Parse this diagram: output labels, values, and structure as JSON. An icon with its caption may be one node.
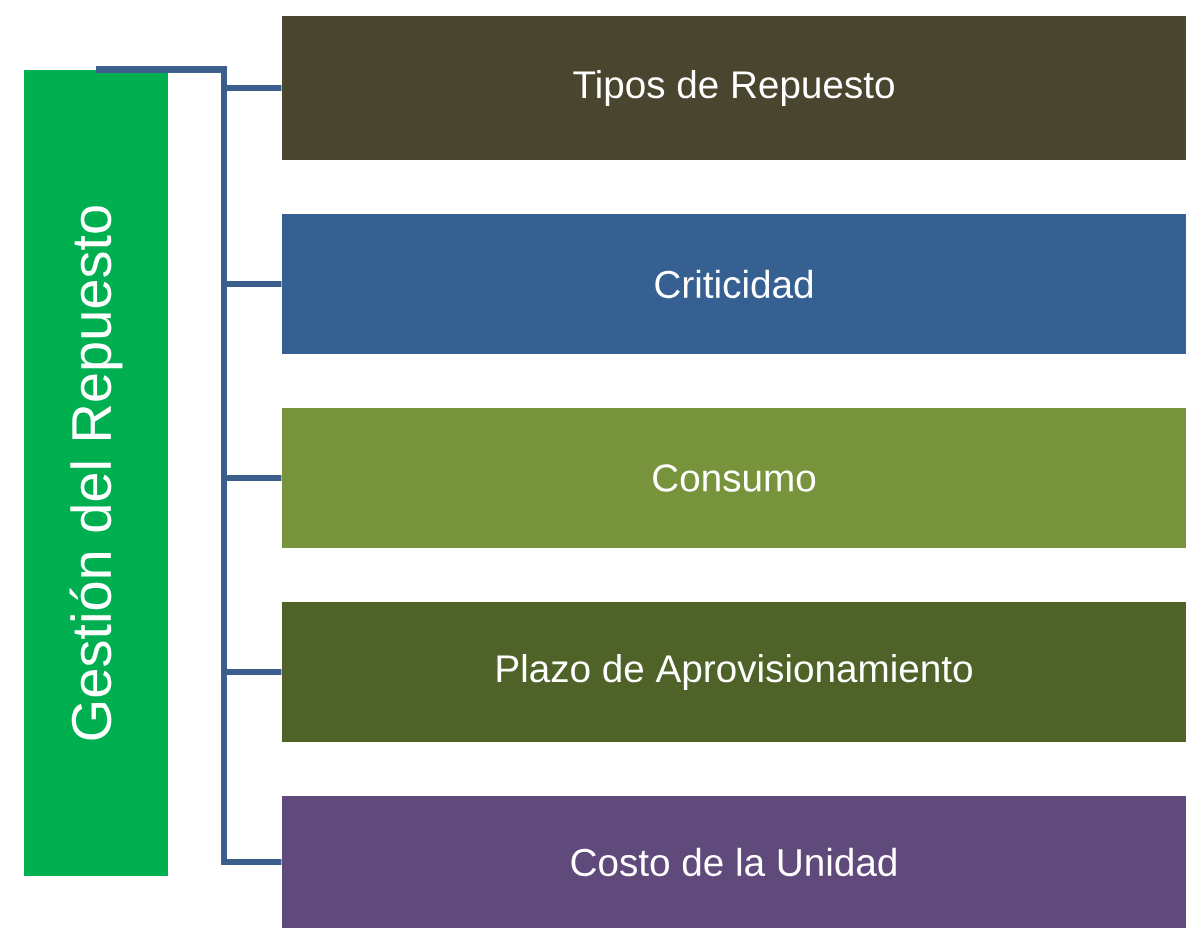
{
  "diagram": {
    "nodes": [
      {
        "text": [
          "Gestión del Repuesto"
        ]
      },
      {
        "text": [
          "Tipos de Repuesto"
        ]
      },
      {
        "text": [
          "Criticidad"
        ]
      },
      {
        "text": [
          "Consumo"
        ]
      },
      {
        "text": [
          "Plazo de Aprovisionamiento"
        ]
      },
      {
        "text": [
          "Costo de la Unidad"
        ]
      }
    ],
    "edges": [
      {
        "from": 0,
        "to": 1,
        "arrow": "none"
      },
      {
        "from": 0,
        "to": 2,
        "arrow": "none"
      },
      {
        "from": 0,
        "to": 3,
        "arrow": "none"
      },
      {
        "from": 0,
        "to": 4,
        "arrow": "none"
      },
      {
        "from": 0,
        "to": 5,
        "arrow": "none"
      }
    ]
  }
}
